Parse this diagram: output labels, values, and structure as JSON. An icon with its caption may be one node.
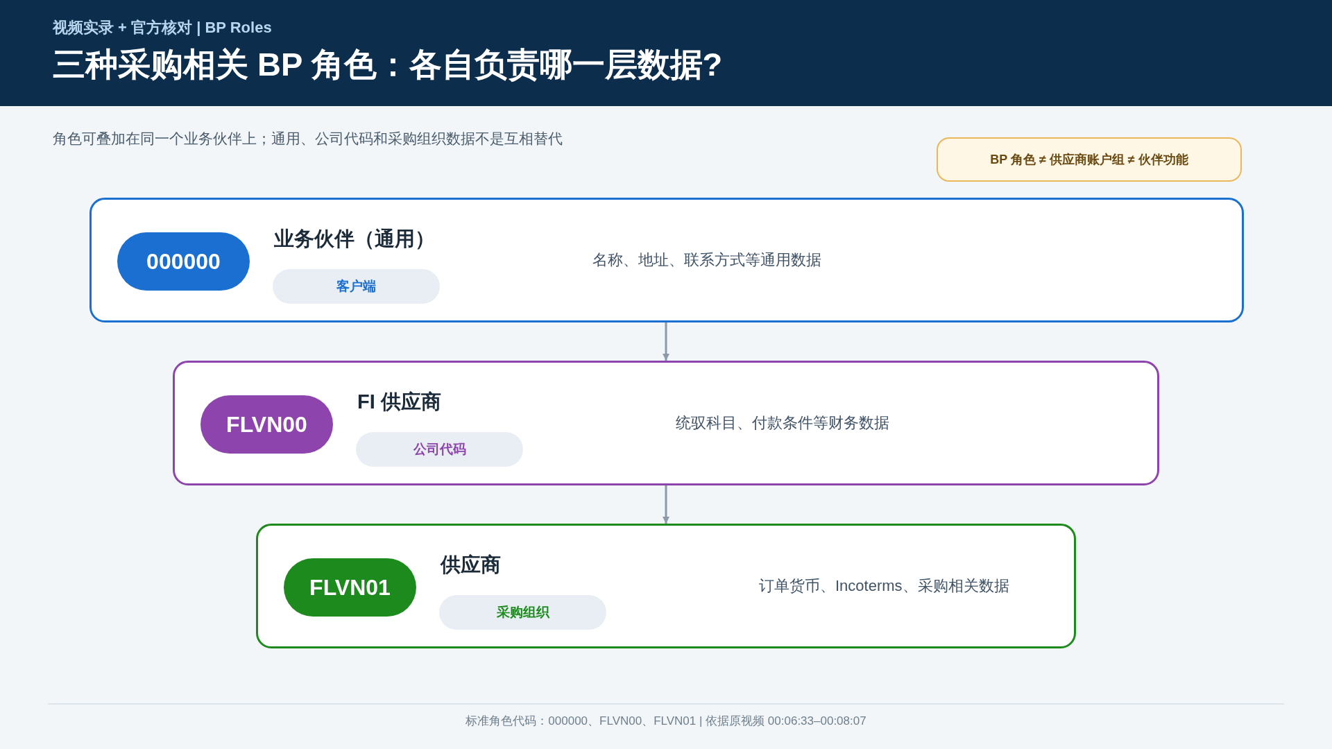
{
  "diagram": {
    "title": "三种采购相关 BP 角色：各自负责哪一层数据?",
    "nodes": [
      {
        "text": [
          "BP 角色 ≠ 供应商账户组 ≠ 伙伴功能"
        ]
      },
      {
        "text": [
          "业务伙伴（通用）",
          "名称、地址、联系方式等通用数据"
        ]
      },
      {
        "text": [
          "000000"
        ],
        "in": 1
      },
      {
        "text": [
          "客户端"
        ],
        "in": 1
      },
      {
        "text": [
          "FI 供应商",
          "统驭科目、付款条件等财务数据"
        ]
      },
      {
        "text": [
          "FLVN00"
        ],
        "in": 4
      },
      {
        "text": [
          "公司代码"
        ],
        "in": 4
      },
      {
        "text": [
          "供应商",
          "订单货币、Incoterms、采购相关数据"
        ]
      },
      {
        "text": [
          "FLVN01"
        ],
        "in": 7
      },
      {
        "text": [
          "采购组织"
        ],
        "in": 7
      }
    ],
    "edges": [
      {
        "from": 1,
        "to": 4,
        "arrow": "to"
      },
      {
        "from": 4,
        "to": 7,
        "arrow": "to"
      }
    ],
    "labels": [
      "视频实录 + 官方核对 | BP Roles",
      "角色可叠加在同一个业务伙伴上；通用、公司代码和采购组织数据不是互相替代",
      "标准角色代码：000000、FLVN00、FLVN01 | 依据原视频 00:06:33–00:08:07"
    ]
  }
}
